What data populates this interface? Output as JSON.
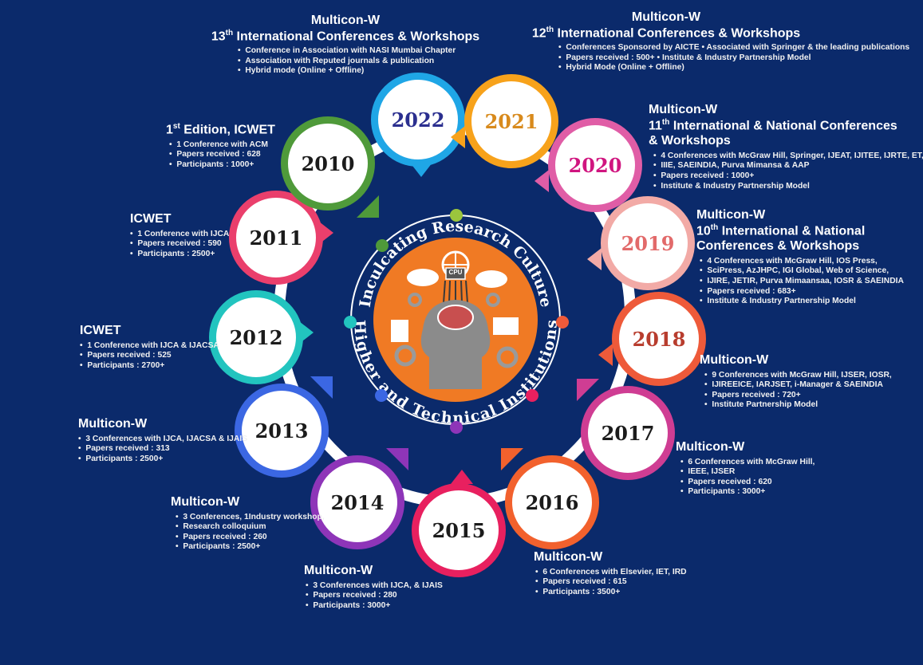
{
  "hub": {
    "top_text": "Inculcating Research Culture",
    "bottom_text": "Higher and Technical Institutions",
    "chip_label": "CPU"
  },
  "colors": {
    "background": "#0b2a6b",
    "center_fill": "#f07a24"
  },
  "years": [
    {
      "year": "2022",
      "color": "#1fa6e6",
      "label_color": "#2b2f8f"
    },
    {
      "year": "2021",
      "color": "#f7a21b",
      "label_color": "#d88a1c"
    },
    {
      "year": "2020",
      "color": "#e05da6",
      "label_color": "#d0157f"
    },
    {
      "year": "2019",
      "color": "#f2aaa6",
      "label_color": "#e26a6a"
    },
    {
      "year": "2018",
      "color": "#ee5a3a",
      "label_color": "#b83d2e"
    },
    {
      "year": "2017",
      "color": "#cf3d93",
      "label_color": "#1b1b1b"
    },
    {
      "year": "2016",
      "color": "#f2612d",
      "label_color": "#1b1b1b"
    },
    {
      "year": "2015",
      "color": "#e8205f",
      "label_color": "#1b1b1b"
    },
    {
      "year": "2014",
      "color": "#8e35b8",
      "label_color": "#1b1b1b"
    },
    {
      "year": "2013",
      "color": "#3b67e3",
      "label_color": "#1b1b1b"
    },
    {
      "year": "2012",
      "color": "#22c4bf",
      "label_color": "#1b1b1b"
    },
    {
      "year": "2011",
      "color": "#ea3f6c",
      "label_color": "#1b1b1b"
    },
    {
      "year": "2010",
      "color": "#4f9a3a",
      "label_color": "#1b1b1b"
    }
  ],
  "events": {
    "e2022": {
      "title": "Multicon-W",
      "subtitle_pre": "13",
      "subtitle_sup": "th",
      "subtitle_post": " International Conferences & Workshops",
      "items": [
        "Conference in Association with NASI Mumbai Chapter",
        "Association with Reputed journals & publication",
        "Hybrid mode (Online + Offline)"
      ]
    },
    "e2021": {
      "title": "Multicon-W",
      "subtitle_pre": "12",
      "subtitle_sup": "th",
      "subtitle_post": " International Conferences & Workshops",
      "items": [
        "Conferences Sponsored by AICTE  •  Associated with Springer & the leading publications",
        "Papers received : 500+  •  Institute & Industry Partnership Model",
        "Hybrid Mode (Online + Offline)"
      ]
    },
    "e2020": {
      "title": "Multicon-W",
      "subtitle_pre": "11",
      "subtitle_sup": "th",
      "subtitle_post": " International & National Conferences",
      "subtitle_line2": "& Workshops",
      "items": [
        "4 Conferences with McGraw Hill, Springer, IJEAT, IJITEE, IJRTE, ET,",
        "IIIE, SAEINDIA, Purva Mimansa & AAP",
        "Papers received : 1000+",
        "Institute & Industry Partnership Model"
      ]
    },
    "e2019": {
      "title": "Multicon-W",
      "subtitle_pre": "10",
      "subtitle_sup": "th",
      "subtitle_post": " International & National",
      "subtitle_line2": "Conferences & Workshops",
      "items": [
        "4 Conferences with McGraw Hill, IOS Press,",
        "SciPress, AzJHPC, IGI Global, Web of Science,",
        "IJIRE, JETIR, Purva Mimaansaa, IOSR & SAEINDIA",
        "Papers received : 683+",
        "Institute & Industry Partnership Model"
      ]
    },
    "e2018": {
      "title": "Multicon-W",
      "items": [
        "9 Conferences with McGraw Hill, IJSER, IOSR,",
        "IJIREEICE, IARJSET, i-Manager & SAEINDIA",
        "Papers received : 720+",
        "Institute Partnership Model"
      ]
    },
    "e2017": {
      "title": "Multicon-W",
      "items": [
        "6 Conferences with McGraw Hill,",
        "IEEE, IJSER",
        "Papers received : 620",
        "Participants : 3000+"
      ]
    },
    "e2016": {
      "title": "Multicon-W",
      "items": [
        "6 Conferences with Elsevier, IET, IRD",
        "Papers received : 615",
        "Participants : 3500+"
      ]
    },
    "e2015": {
      "title": "Multicon-W",
      "items": [
        "3 Conferences with IJCA, & IJAIS",
        "Papers received : 280",
        "Participants : 3000+"
      ]
    },
    "e2014": {
      "title": "Multicon-W",
      "items": [
        "3 Conferences, 1Industry workshop,",
        "Research colloquium",
        "Papers received : 260",
        "Participants : 2500+"
      ]
    },
    "e2013": {
      "title": "Multicon-W",
      "items": [
        "3 Conferences with IJCA, IJACSA & IJAIS",
        "Papers received : 313",
        "Participants : 2500+"
      ]
    },
    "e2012": {
      "title": "ICWET",
      "items": [
        "1 Conference with IJCA & IJACSA",
        "Papers received : 525",
        "Participants : 2700+"
      ]
    },
    "e2011": {
      "title": "ICWET",
      "items": [
        "1 Conference with  IJCA",
        "Papers received : 590",
        "Participants : 2500+"
      ]
    },
    "e2010": {
      "title_pre": "1",
      "title_sup": "st",
      "title_post": " Edition, ICWET",
      "items": [
        "1 Conference with ACM",
        "Papers received : 628",
        "Participants : 1000+"
      ]
    }
  }
}
